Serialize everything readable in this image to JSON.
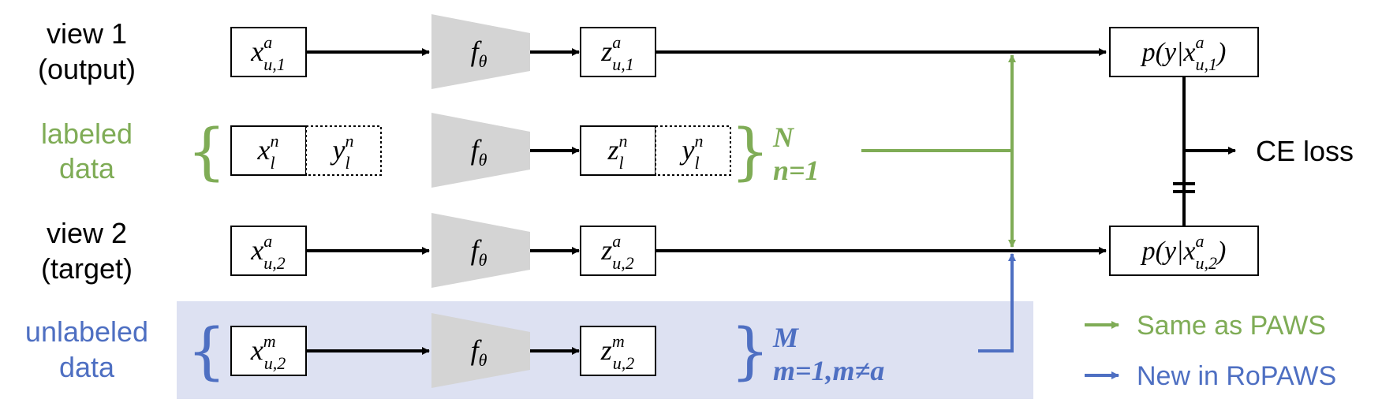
{
  "colors": {
    "black": "#000000",
    "green": "#7fac56",
    "blue": "#4e6fc2",
    "encoder_gray": "#d4d4d4",
    "unlabeled_band": "#dde1f2"
  },
  "rows": {
    "view1": {
      "label_line1": "view 1",
      "label_line2": "(output)",
      "input_main": "x",
      "input_sup": "a",
      "input_sub": "u,1",
      "encoder_main": "f",
      "encoder_sub": "θ",
      "embed_main": "z",
      "embed_sup": "a",
      "embed_sub": "u,1"
    },
    "labeled": {
      "label_line1": "labeled",
      "label_line2": "data",
      "brace": "{",
      "input_main": "x",
      "input_sup": "n",
      "input_sub": "l",
      "label_main": "y",
      "label_sup": "n",
      "label_sub": "l",
      "encoder_main": "f",
      "encoder_sub": "θ",
      "embed_main": "z",
      "embed_sup": "n",
      "embed_sub": "l",
      "embed_label_main": "y",
      "embed_label_sup": "n",
      "embed_label_sub": "l",
      "close_brace": "}",
      "range_top": "N",
      "range_bottom": "n=1"
    },
    "view2": {
      "label_line1": "view 2",
      "label_line2": "(target)",
      "input_main": "x",
      "input_sup": "a",
      "input_sub": "u,2",
      "encoder_main": "f",
      "encoder_sub": "θ",
      "embed_main": "z",
      "embed_sup": "a",
      "embed_sub": "u,2"
    },
    "unlabeled": {
      "label_line1": "unlabeled",
      "label_line2": "data",
      "brace": "{",
      "input_main": "x",
      "input_sup": "m",
      "input_sub": "u,2",
      "encoder_main": "f",
      "encoder_sub": "θ",
      "embed_main": "z",
      "embed_sup": "m",
      "embed_sub": "u,2",
      "close_brace": "}",
      "range_top": "M",
      "range_bottom": "m=1,m≠a"
    }
  },
  "outputs": {
    "pred1_prefix": "p(y|x",
    "pred1_sup": "a",
    "pred1_sub": "u,1",
    "pred1_suffix": ")",
    "pred2_prefix": "p(y|x",
    "pred2_sup": "a",
    "pred2_sub": "u,2",
    "pred2_suffix": ")",
    "loss_label": "CE loss"
  },
  "legend": {
    "same_label": "Same as PAWS",
    "new_label": "New in RoPAWS"
  }
}
